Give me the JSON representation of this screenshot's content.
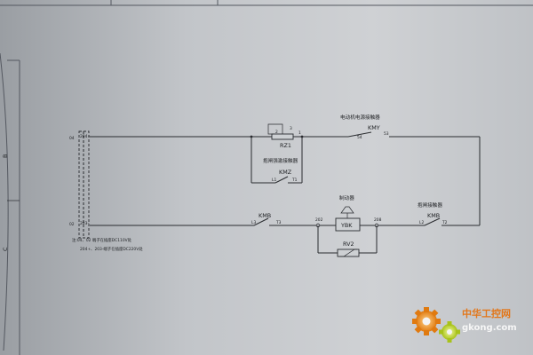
{
  "diagram": {
    "sheet_letters": [
      "B",
      "C"
    ],
    "terminals": {
      "left_label_top": "04",
      "left_label_bottom": "02",
      "terminal_top": "204+",
      "terminal_bottom": "203-"
    },
    "notes": {
      "line1": "注:04、02 端子在插座DC110V处",
      "line2": "204+、203-端子在插座DC220V处"
    },
    "rz1": {
      "pin2": "2",
      "pin3": "3",
      "pin1": "1",
      "label": "RZ1",
      "caption": "抱闸强激接触器"
    },
    "kmz": {
      "label": "KMZ",
      "left_pin": "L1",
      "right_pin": "T1"
    },
    "kmy": {
      "caption": "电动机电源接触器",
      "label": "KMY",
      "left_pin": "54",
      "right_pin": "53"
    },
    "kmb_left": {
      "label": "KMB",
      "left_pin": "L3",
      "right_pin": "T3"
    },
    "brake": {
      "caption": "制动器",
      "label": "YBK",
      "left_node": "202",
      "right_node": "208"
    },
    "rv2": {
      "label": "RV2"
    },
    "kmb_right": {
      "caption": "抱闸接触器",
      "label": "KMB",
      "left_pin": "L2",
      "right_pin": "T2"
    },
    "watermark": {
      "site_cn": "中华工控网",
      "site_en": "gkong.com"
    }
  }
}
